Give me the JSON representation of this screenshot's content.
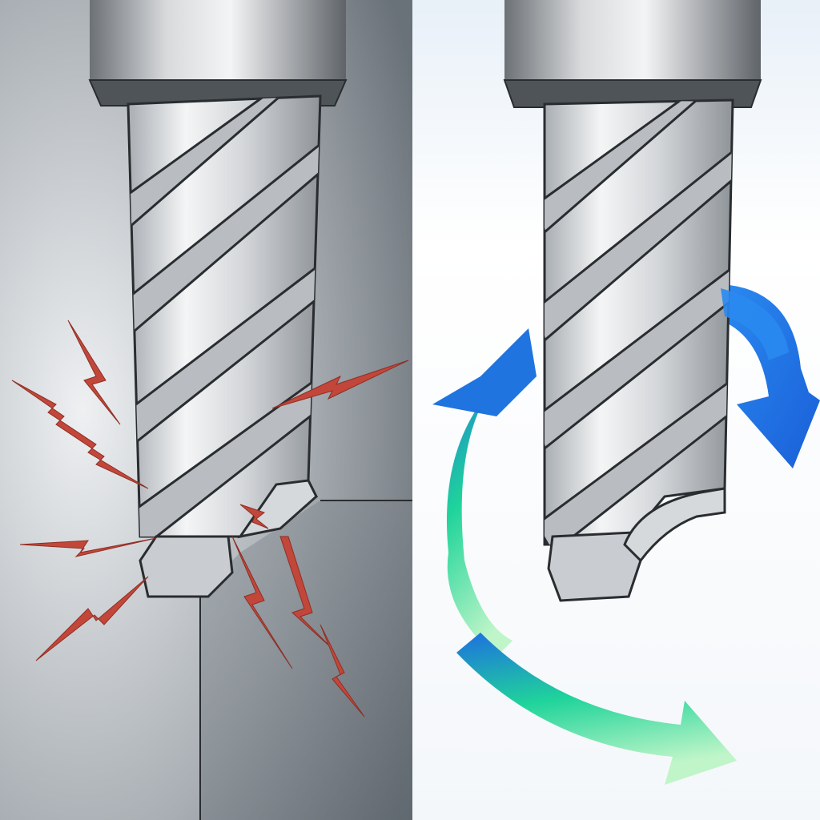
{
  "scene": {
    "panels": [
      {
        "id": "left",
        "subject": "end-mill-chatter",
        "icon": "lightning-crack-icon"
      },
      {
        "id": "right",
        "subject": "end-mill-smooth-cut",
        "icon": "cycle-arrows-icon"
      }
    ]
  },
  "colors": {
    "left_bg_light": "#e6e9ec",
    "left_bg_dark": "#6f777e",
    "right_bg": "#f6f9fc",
    "steel_light": "#f2f3f4",
    "steel_dark": "#9ea3a8",
    "outline": "#2a2d30",
    "crack_red": "#c2473a",
    "arrow_blue": "#1f74e0",
    "arrow_green": "#35e08a"
  }
}
